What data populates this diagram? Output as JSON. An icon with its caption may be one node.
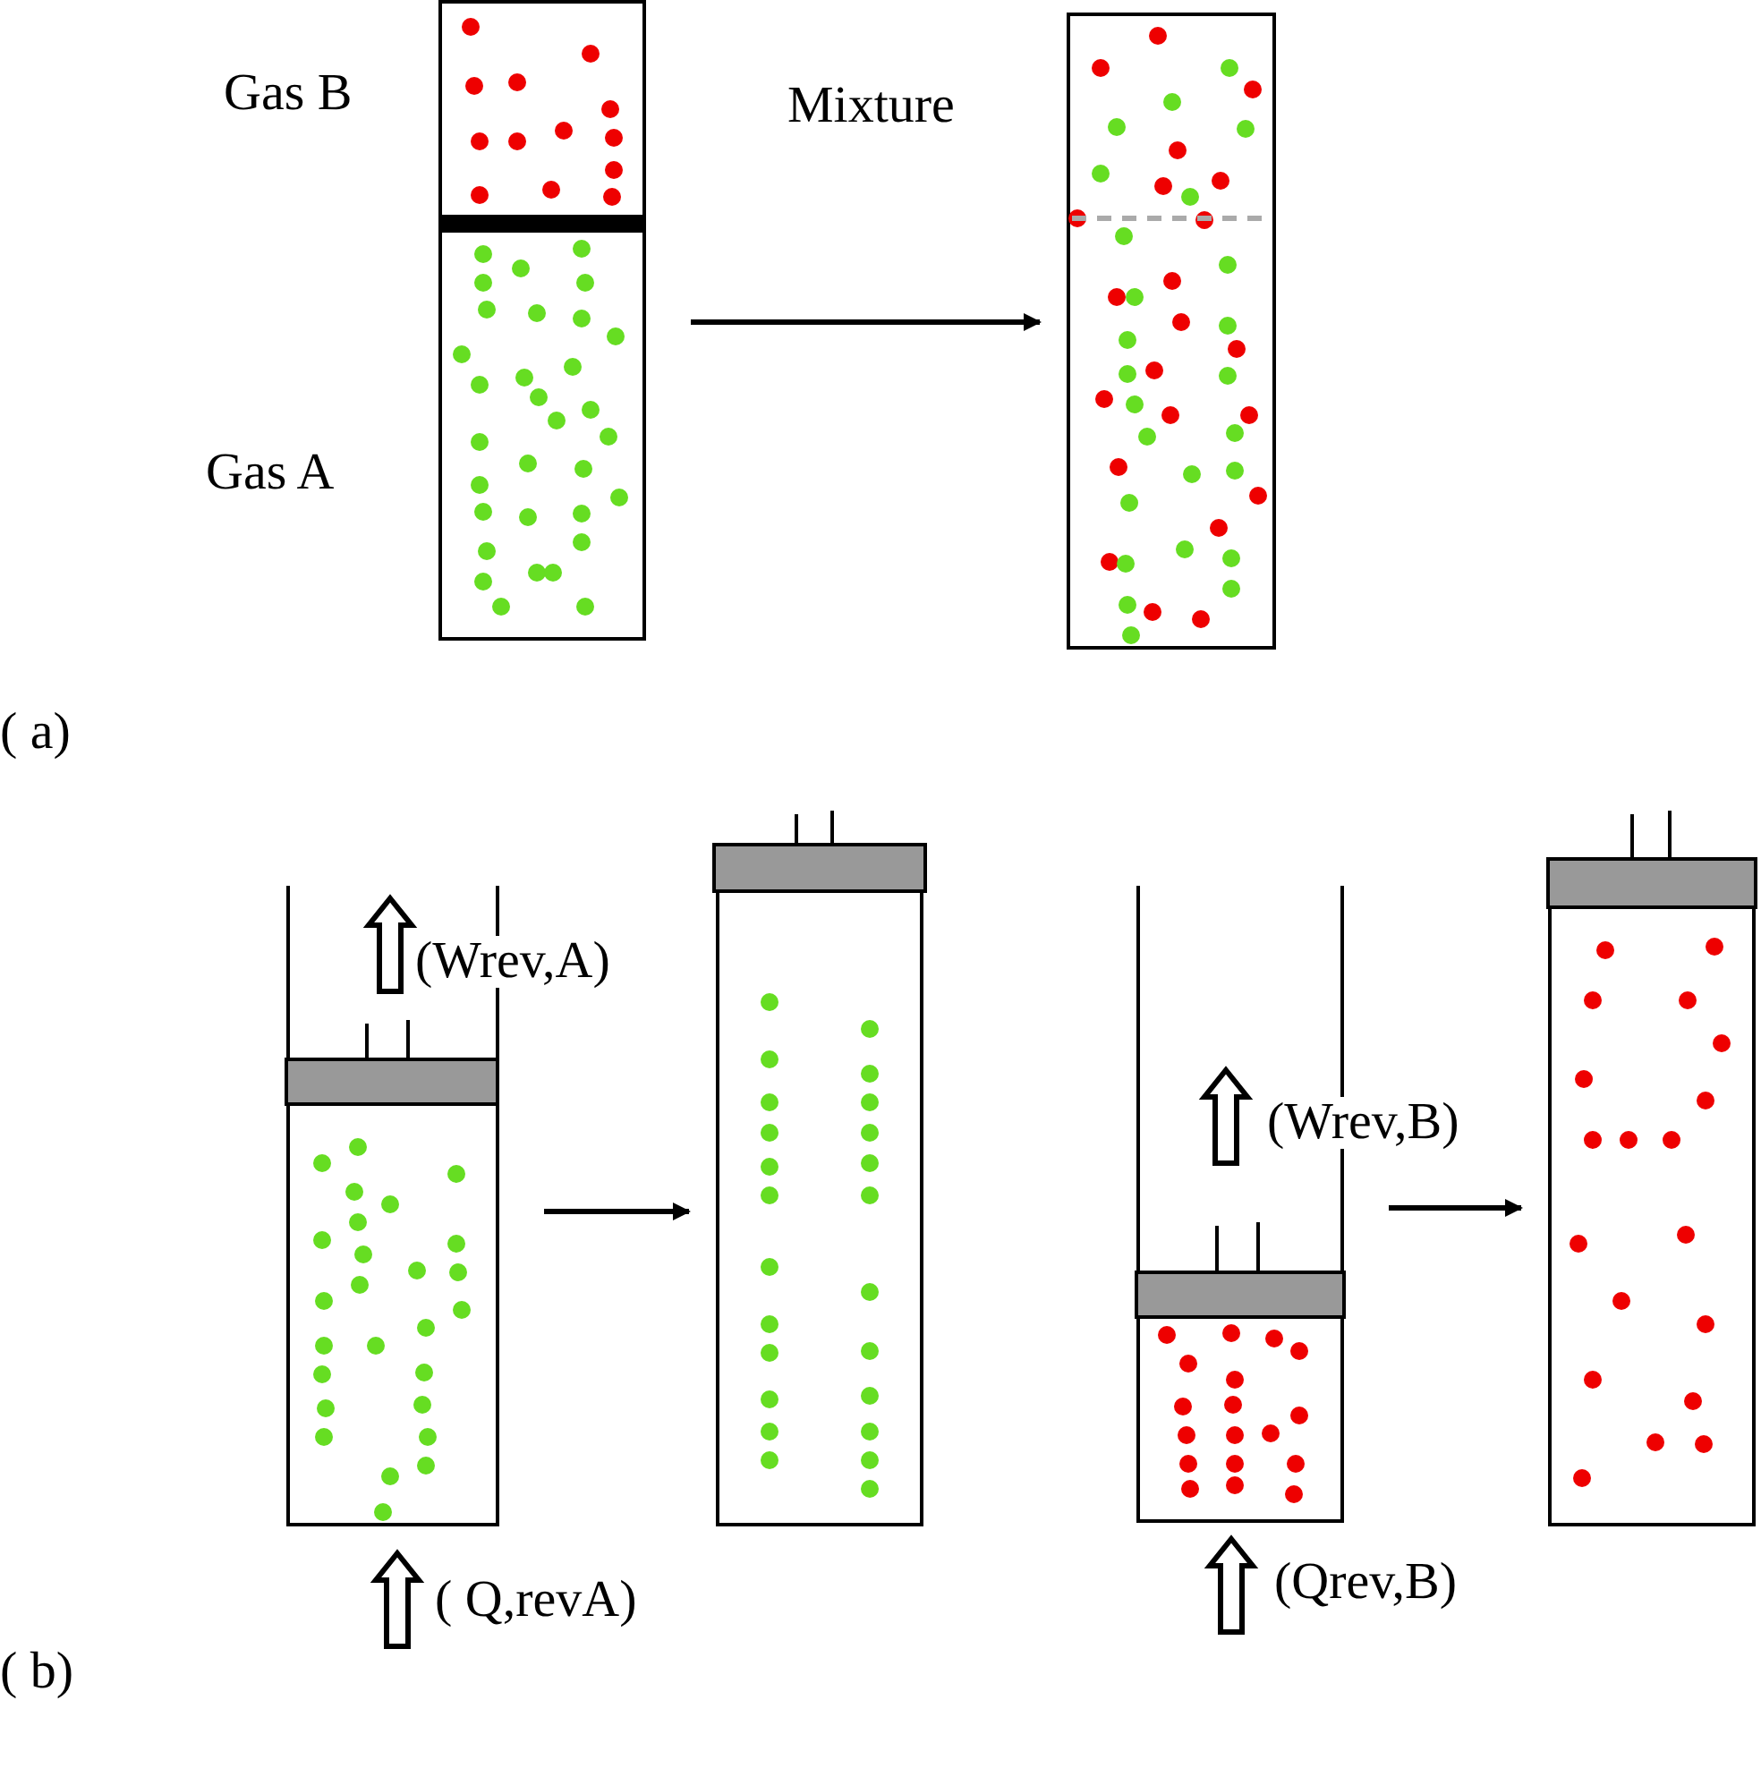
{
  "diagram": {
    "nodes": [
      {
        "text": [],
        "shape": "box",
        "beside": [
          "Gas B",
          "Gas A"
        ]
      },
      {
        "text": [],
        "shape": "box",
        "beside": [
          "Mixture"
        ]
      },
      {
        "text": [],
        "shape": "cylinder"
      },
      {
        "text": [],
        "shape": "cylinder"
      },
      {
        "text": [],
        "shape": "cylinder"
      },
      {
        "text": [],
        "shape": "cylinder"
      }
    ],
    "edges": [
      {
        "from": 0,
        "to": 1,
        "arrow": "to"
      },
      {
        "from": 2,
        "to": 3,
        "arrow": "to"
      },
      {
        "from": 4,
        "to": 5,
        "arrow": "to"
      }
    ],
    "labels": [
      "( a)",
      "(Wrev,A)",
      "(Wrev,B)",
      "( Q,revA)",
      "(Qrev,B)",
      "( b)"
    ]
  }
}
